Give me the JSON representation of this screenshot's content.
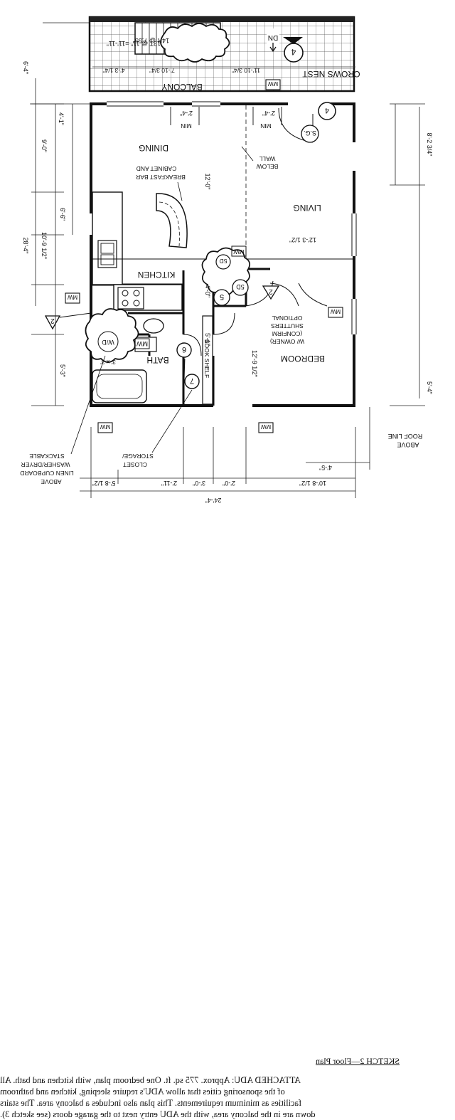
{
  "sheet": {
    "caption_title": "SKETCH 2—Floor Plan",
    "caption_lines": [
      "ATTACHED ADU: Approx. 775 sq. ft. One bedroom plan, with kitchen and bath. All",
      "of the sponsoring cities that allow ADU's require sleeping, kitchen and bathroom",
      "facilities as minimum requirements. This plan also includes a balcony area. The stairs",
      "down are in the balcony area, with the ADU entry next to the garage doors (see sketch 3)."
    ]
  },
  "rooms": {
    "balcony": "BALCONY",
    "crows_nest": "CROWS NEST",
    "dining": "DINING",
    "living": "LIVING",
    "kitchen": "KITCHEN",
    "bath": "BATH",
    "bedroom": "BEDROOM"
  },
  "notes": {
    "stairs_1": "14R @ 7.55\"",
    "stairs_2": "13T @ 11\" =11'-11\"",
    "down": "DN",
    "wall_below_1": "WALL",
    "wall_below_2": "BELOW",
    "cabinet_1": "CABINET AND",
    "cabinet_2": "BREAKFAST BAR",
    "optional_1": "OPTIONAL",
    "optional_2": "SHUTTERS",
    "optional_3": "(CONFIRM",
    "optional_4": "W/ OWNER)",
    "roof_line_1": "ROOF LINE",
    "roof_line_2": "ABOVE",
    "stack_1": "STACKABLE",
    "stack_2": "WASHER/DRYER",
    "stack_3": "LINEN CUPBOARD",
    "stack_4": "ABOVE",
    "storage_1": "STORAGE/",
    "storage_2": "CLOSET",
    "shelf": "BOOK SHELF",
    "min": "MIN",
    "mw": "MW",
    "sg": "S.G.",
    "w_d": "W/D",
    "dimp": "3' x 3'"
  },
  "tags": {
    "t2a": "2",
    "t2b": "2",
    "t4": "4",
    "t5": "5",
    "t5d": "5D",
    "t6": "6",
    "t7": "7",
    "t5g": "5G"
  },
  "dims": {
    "top_a": "4'-3 1/4\"",
    "top_b": "7'-10 3/4\"",
    "top_c": "11'-10 3/4\"",
    "win_a": "2'-4\"",
    "win_b": "2'-4\"",
    "left_a": "6'-4\"",
    "left_b": "4'-1\"",
    "left_c": "9'-0\"",
    "left_d": "6'-6\"",
    "left_e": "10'-9 1/2\"",
    "left_f": "28'-4\"",
    "left_g": "5'-3\"",
    "mid_a": "12'-0\"",
    "mid_b": "12'-3 1/2\"",
    "mid_c": "4'-0\"",
    "mid_d": "12'-9 1/2\"",
    "mid_e": "5'-1\"",
    "right_a": "8'-2 3/4\"",
    "right_b": "5'-4\"",
    "right_c": "4'-5\"",
    "bot_a": "10'-8 1/2\"",
    "bot_b": "2'-0\"",
    "bot_c": "3'-0\"",
    "bot_d": "2'-11\"",
    "bot_e": "5'-8 1/2\"",
    "bot_f": "24'-4\""
  }
}
